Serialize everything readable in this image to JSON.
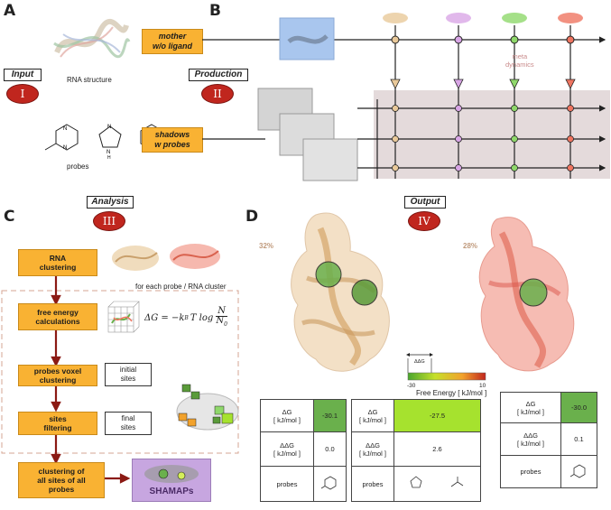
{
  "panels": {
    "a": "A",
    "b": "B",
    "c": "C",
    "d": "D"
  },
  "phases": {
    "input": {
      "title": "Input",
      "numeral": "I"
    },
    "production": {
      "title": "Production",
      "numeral": "II"
    },
    "analysis": {
      "title": "Analysis",
      "numeral": "III"
    },
    "output": {
      "title": "Output",
      "numeral": "IV"
    }
  },
  "panel_a": {
    "rna_label": "RNA structure",
    "probes_label": "probes"
  },
  "panel_b": {
    "mother": {
      "line1": "mother",
      "line2": "w/o ligand"
    },
    "shadows": {
      "line1": "shadows",
      "line2": "w probes"
    },
    "metadynamics": {
      "line1": "meta",
      "line2": "dynamics"
    }
  },
  "panel_c": {
    "steps": [
      {
        "l1": "RNA",
        "l2": "clustering"
      },
      {
        "l1": "free energy",
        "l2": "calculations"
      },
      {
        "l1": "probes voxel",
        "l2": "clustering"
      },
      {
        "l1": "sites",
        "l2": "filtering"
      },
      {
        "l1": "clustering of",
        "l2": "all sites of all",
        "l3": "probes"
      }
    ],
    "per_cluster_note": "for each probe / RNA cluster",
    "initial_sites": {
      "l1": "initial",
      "l2": "sites"
    },
    "final_sites": {
      "l1": "final",
      "l2": "sites"
    },
    "shamaps": "SHAMAPs",
    "equation": {
      "lhs": "ΔG = −k",
      "sub": "B",
      "mid": "T log",
      "num": "N",
      "den": "N",
      "den_sub": "0"
    }
  },
  "panel_d": {
    "pct_left": "32%",
    "pct_right": "28%",
    "scale": {
      "ddg": "ΔΔG",
      "min": "-30",
      "max": "10",
      "label": "Free Energy [ kJ/mol ]"
    },
    "tables": [
      {
        "dg_label": "ΔG",
        "unit": "[ kJ/mol ]",
        "dg": "-30.1",
        "ddg_label": "ΔΔG",
        "ddg": "0.0",
        "probes": "probes",
        "color": "#6ab04c"
      },
      {
        "dg_label": "ΔG",
        "unit": "[ kJ/mol ]",
        "dg": "-27.5",
        "ddg_label": "ΔΔG",
        "ddg": "2.6",
        "probes": "probes",
        "color": "#a6e22e"
      },
      {
        "dg_label": "ΔG",
        "unit": "[ kJ/mol ]",
        "dg": "-30.0",
        "ddg_label": "ΔΔG",
        "ddg": "0.1",
        "probes": "probes",
        "color": "#6ab04c"
      }
    ]
  },
  "colors": {
    "orange_box": "#f9b233",
    "red_phase": "#c0261e",
    "meta_bg": "#e4dadb",
    "tan": "#e9c99a",
    "pink": "#d9a6e6",
    "green": "#8fd86b",
    "red": "#ef7561",
    "shamaps_bg": "#c7a6e0"
  }
}
